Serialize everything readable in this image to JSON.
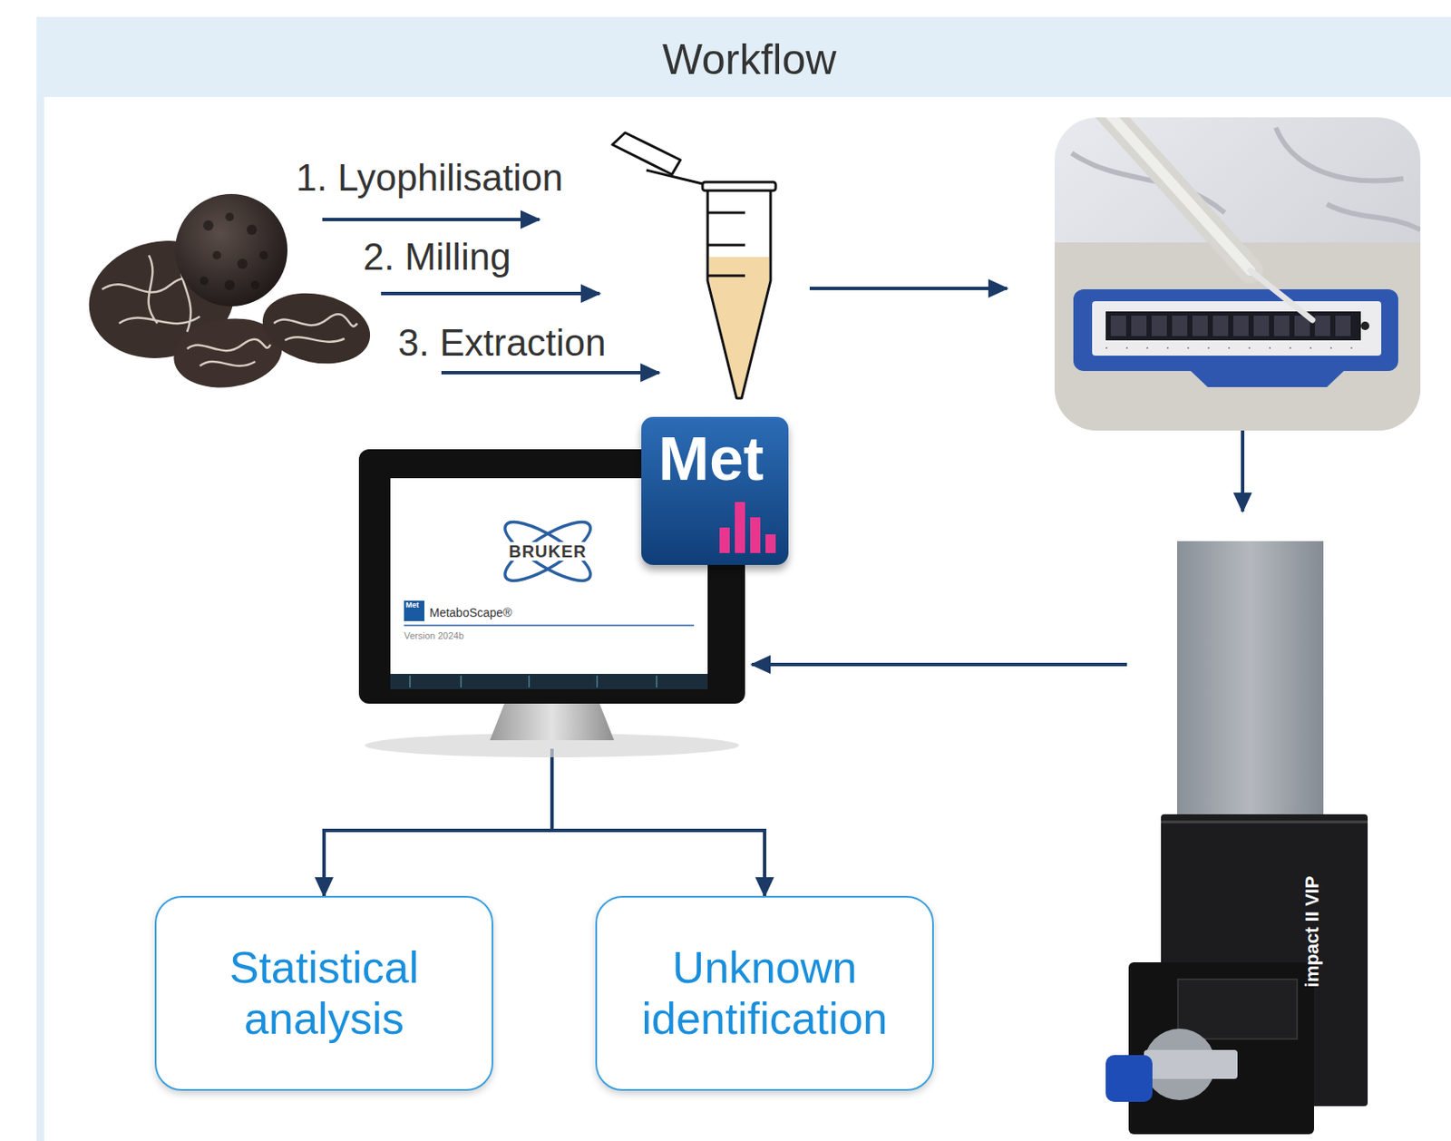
{
  "diagram": {
    "title": "Workflow",
    "nodes": [
      {
        "text": [
          "BRUKER",
          "Met",
          "MetaboScape®",
          "Version 2024b"
        ]
      },
      {
        "text": [
          "impact II VIP"
        ]
      },
      {
        "text": [
          "Statistical analysis"
        ]
      },
      {
        "text": [
          "Unknown identification"
        ]
      }
    ],
    "edges": [
      {
        "from": 1,
        "to": 0,
        "arrow": "to"
      },
      {
        "from": 0,
        "to": 2,
        "arrow": "to"
      },
      {
        "from": 0,
        "to": 3,
        "arrow": "to"
      }
    ],
    "labels": [
      "1. Lyophilisation",
      "2. Milling",
      "3. Extraction",
      "Met"
    ]
  }
}
